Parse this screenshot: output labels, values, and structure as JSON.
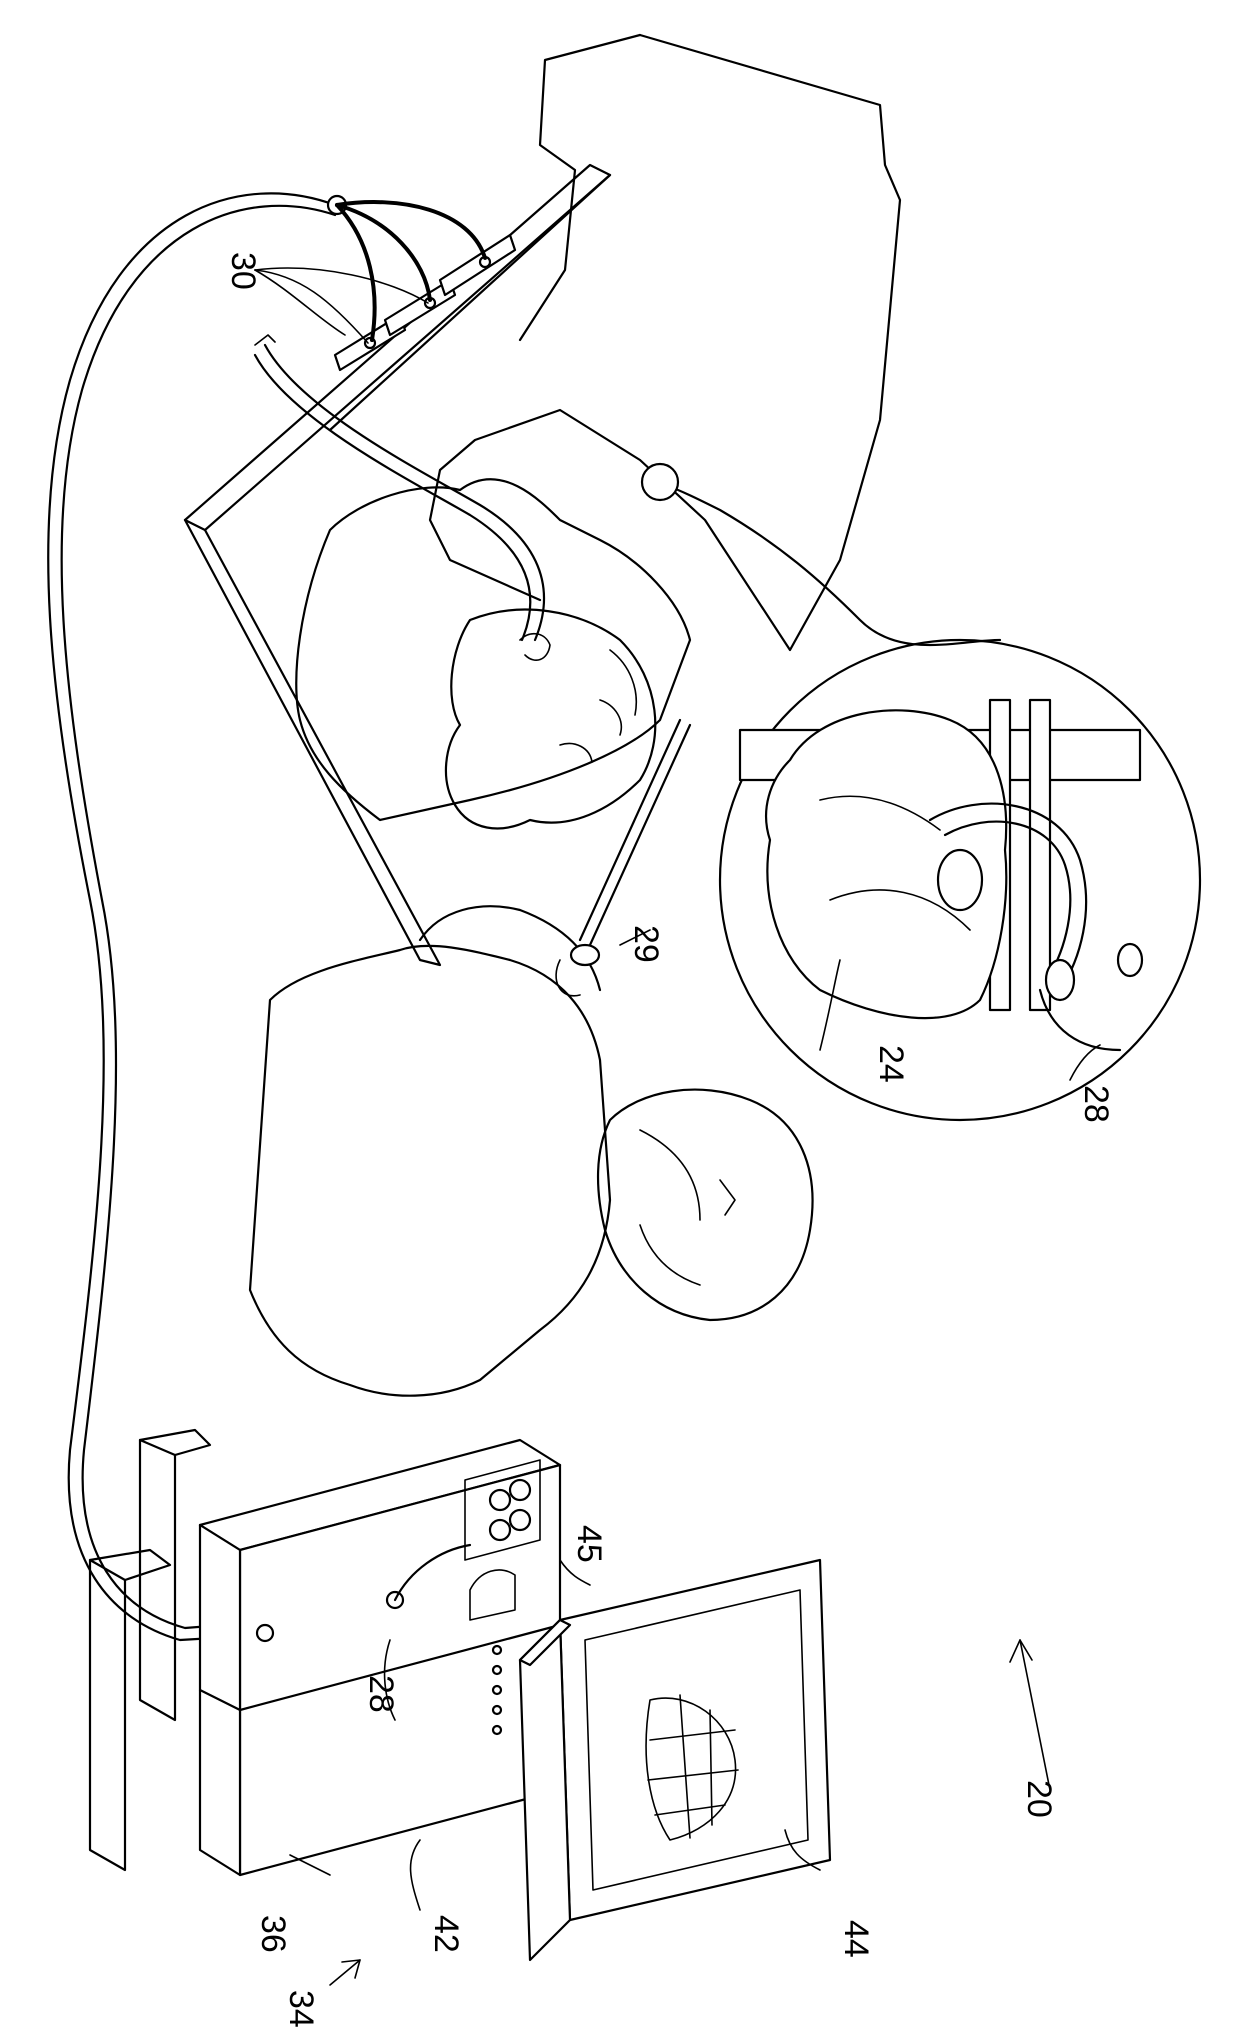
{
  "figure": {
    "labels": {
      "system": "20",
      "heart": "24",
      "catheter": "28",
      "catheter_port": "28",
      "probe": "29",
      "sensors": "30",
      "console": "34",
      "console_lower": "36",
      "console_unit": "42",
      "monitor": "44",
      "display_control": "45"
    }
  }
}
